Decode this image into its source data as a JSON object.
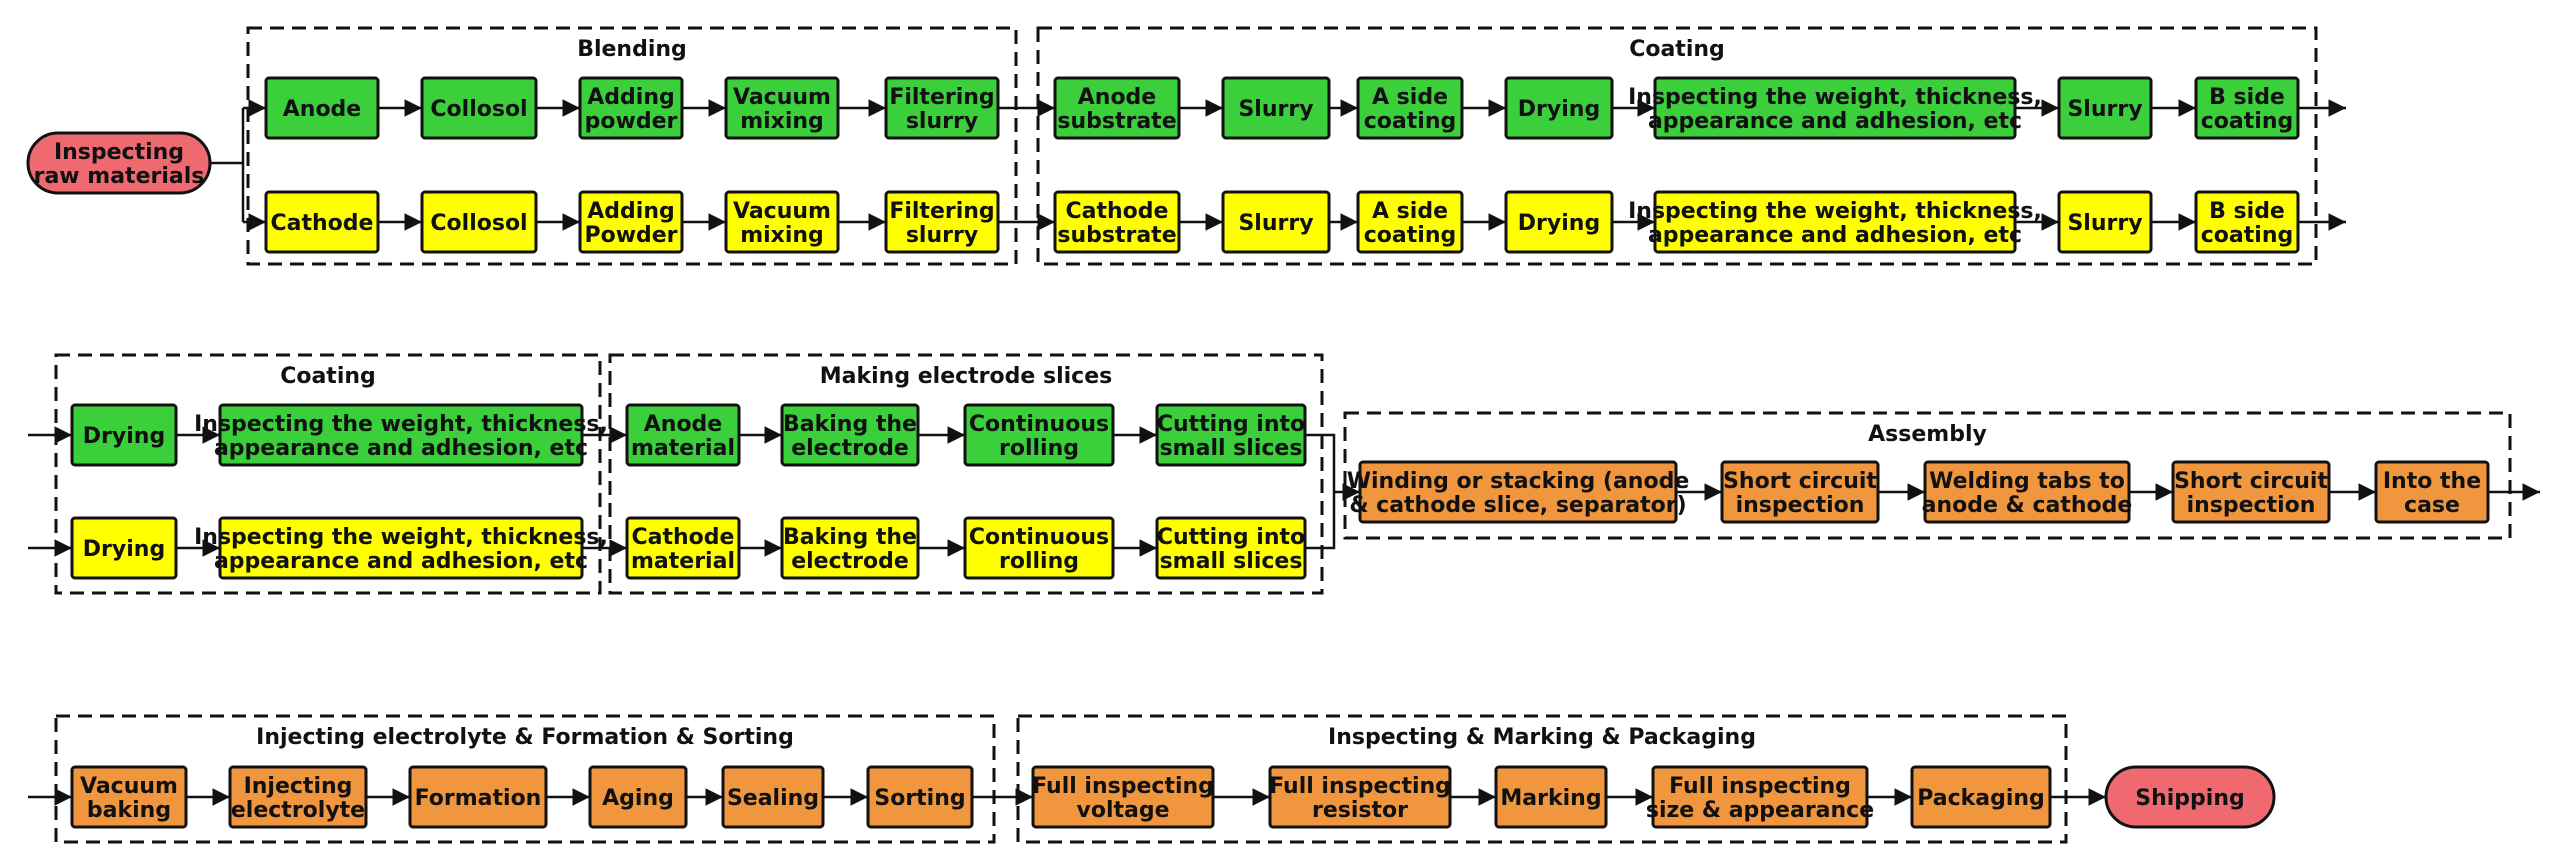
{
  "colors": {
    "anode": "#3ccf3c",
    "cathode": "#ffff00",
    "assembly": "#f0963e",
    "terminal": "#ee6a70",
    "stroke": "#111111"
  },
  "groups": {
    "blending": "Blending",
    "coating1": "Coating",
    "coating2": "Coating",
    "making": "Making electrode slices",
    "assembly": "Assembly",
    "injecting": "Injecting electrolyte & Formation & Sorting",
    "inspecting": "Inspecting & Marking & Packaging"
  },
  "nodes": {
    "raw": "Inspecting\nraw materials",
    "a_anode": "Anode",
    "a_collosol": "Collosol",
    "a_adding": "Adding\npowder",
    "a_vacuum": "Vacuum\nmixing",
    "a_filter": "Filtering\nslurry",
    "a_substrate": "Anode\nsubstrate",
    "a_slurry1": "Slurry",
    "a_aside": "A side\ncoating",
    "a_drying1": "Drying",
    "a_inspect1": "Inspecting the weight, thickness,\nappearance and adhesion, etc",
    "a_slurry2": "Slurry",
    "a_bside": "B side\ncoating",
    "c_cathode": "Cathode",
    "c_collosol": "Collosol",
    "c_adding": "Adding\nPowder",
    "c_vacuum": "Vacuum\nmixing",
    "c_filter": "Filtering\nslurry",
    "c_substrate": "Cathode\nsubstrate",
    "c_slurry1": "Slurry",
    "c_aside": "A side\ncoating",
    "c_drying1": "Drying",
    "c_inspect1": "Inspecting the weight, thickness,\nappearance and adhesion, etc",
    "c_slurry2": "Slurry",
    "c_bside": "B side\ncoating",
    "a_drying2": "Drying",
    "a_inspect2": "Inspecting the weight, thickness,\nappearance and adhesion, etc",
    "a_material": "Anode\nmaterial",
    "a_baking": "Baking the\nelectrode",
    "a_rolling": "Continuous\nrolling",
    "a_cutting": "Cutting into\nsmall slices",
    "c_drying2": "Drying",
    "c_inspect2": "Inspecting the weight, thickness,\nappearance and adhesion, etc",
    "c_material": "Cathode\nmaterial",
    "c_baking": "Baking the\nelectrode",
    "c_rolling": "Continuous\nrolling",
    "c_cutting": "Cutting into\nsmall slices",
    "winding": "Winding or stacking (anode\n& cathode slice, separator)",
    "short1": "Short circuit\ninspection",
    "welding": "Welding tabs to\nanode & cathode",
    "short2": "Short circuit\ninspection",
    "intocase": "Into the\ncase",
    "vacbaking": "Vacuum\nbaking",
    "injecting": "Injecting\nelectrolyte",
    "formation": "Formation",
    "aging": "Aging",
    "sealing": "Sealing",
    "sorting": "Sorting",
    "fullvoltage": "Full inspecting\nvoltage",
    "fullresistor": "Full inspecting\nresistor",
    "marking": "Marking",
    "fullsize": "Full inspecting\nsize & appearance",
    "packaging": "Packaging",
    "shipping": "Shipping"
  }
}
